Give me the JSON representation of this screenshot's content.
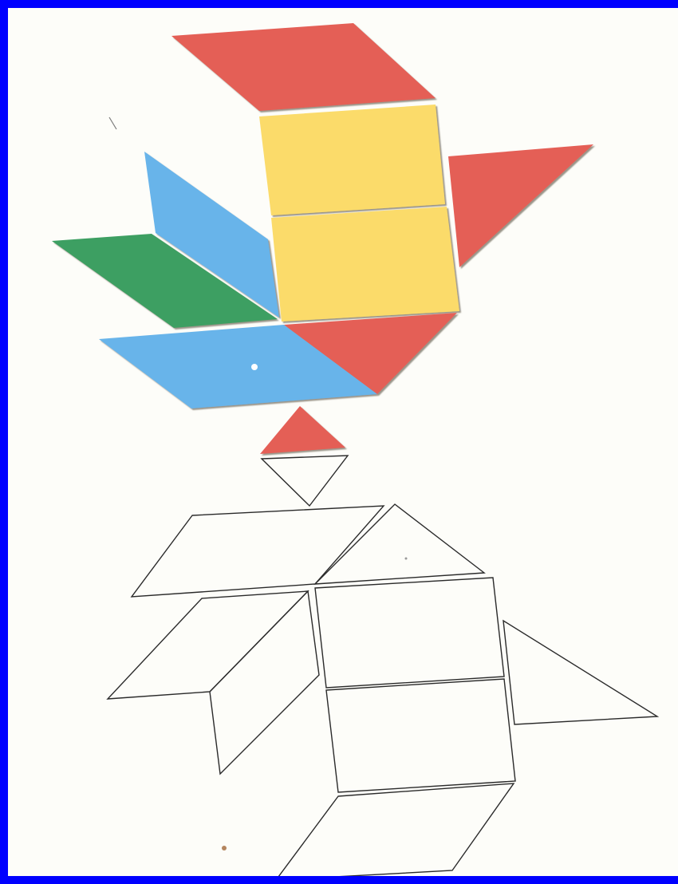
{
  "colors": {
    "frame_border": "#0000ff",
    "paper": "#fdfdf9",
    "red": "#e45e56",
    "yellow": "#fbdb6a",
    "blue": "#68b4ea",
    "green": "#3e9f62",
    "outline_stroke": "#2a2a2a",
    "shadow": "#7a7264"
  },
  "colored_figure": {
    "pieces": [
      {
        "name": "top-red-rhombus",
        "shape": "rhombus",
        "color": "red"
      },
      {
        "name": "upper-yellow-square",
        "shape": "square",
        "color": "yellow"
      },
      {
        "name": "lower-yellow-square",
        "shape": "square",
        "color": "yellow"
      },
      {
        "name": "right-red-triangle",
        "shape": "triangle",
        "color": "red"
      },
      {
        "name": "upright-blue-rhombus",
        "shape": "rhombus",
        "color": "blue"
      },
      {
        "name": "green-rhombus",
        "shape": "rhombus",
        "color": "green"
      },
      {
        "name": "bottom-blue-rhombus",
        "shape": "rhombus",
        "color": "blue"
      },
      {
        "name": "bottom-red-triangle",
        "shape": "triangle",
        "color": "red"
      },
      {
        "name": "small-red-triangle",
        "shape": "triangle",
        "color": "red"
      }
    ]
  },
  "outline_figure": {
    "pieces": [
      {
        "name": "small-outline-triangle",
        "shape": "triangle"
      },
      {
        "name": "upper-left-outline-rhombus",
        "shape": "rhombus"
      },
      {
        "name": "upper-outline-triangle",
        "shape": "triangle"
      },
      {
        "name": "left-outline-rhombus",
        "shape": "rhombus"
      },
      {
        "name": "middle-outline-rhombus",
        "shape": "rhombus"
      },
      {
        "name": "upper-outline-square",
        "shape": "square"
      },
      {
        "name": "lower-outline-square",
        "shape": "square"
      },
      {
        "name": "right-outline-triangle",
        "shape": "triangle"
      },
      {
        "name": "bottom-outline-rhombus",
        "shape": "rhombus"
      }
    ]
  }
}
